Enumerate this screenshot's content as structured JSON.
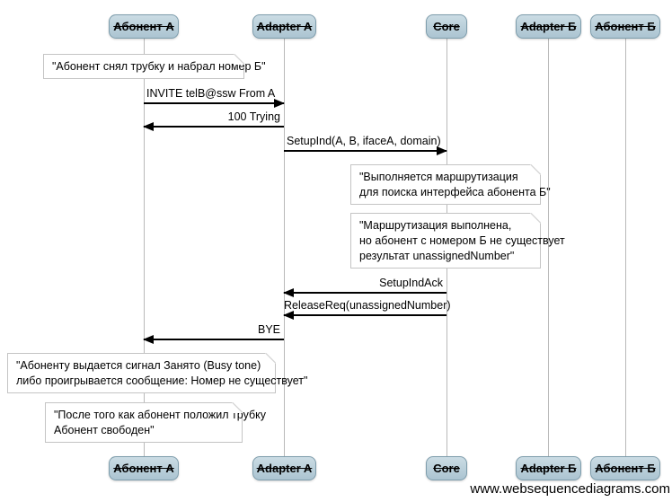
{
  "page": {
    "watermark": "www.websequencediagrams.com",
    "background": "#ffffff"
  },
  "colors": {
    "actor_fill_top": "#cbdce4",
    "actor_fill_bottom": "#abc4d1",
    "actor_border": "#7e9dac",
    "note_fill": "#ffffff",
    "note_border": "#c4c4c4",
    "lifeline": "#b9b9b9",
    "arrow": "#000000",
    "text": "#000000"
  },
  "actors": [
    {
      "label": "Абонент A"
    },
    {
      "label": "Adapter A"
    },
    {
      "label": "Core"
    },
    {
      "label": "Adapter Б"
    },
    {
      "label": "Абонент Б"
    }
  ],
  "messages": [
    {
      "from": "Абонент A",
      "to": "Adapter A",
      "direction": "right",
      "label": "INVITE telB@ssw From A"
    },
    {
      "from": "Adapter A",
      "to": "Абонент A",
      "direction": "left",
      "label": "100 Trying"
    },
    {
      "from": "Adapter A",
      "to": "Core",
      "direction": "right",
      "label": "SetupInd(A, B, ifaceA, domain)"
    },
    {
      "from": "Core",
      "to": "Adapter A",
      "direction": "left",
      "label": "SetupIndAck"
    },
    {
      "from": "Core",
      "to": "Adapter A",
      "direction": "left",
      "label": "ReleaseReq(unassignedNumber)"
    },
    {
      "from": "Adapter A",
      "to": "Абонент A",
      "direction": "left",
      "label": "BYE"
    }
  ],
  "notes": [
    {
      "over": "Абонент A",
      "lines": [
        "\"Абонент снял трубку и набрал номер Б\""
      ]
    },
    {
      "over": "Core",
      "lines": [
        "\"Выполняется маршрутизация",
        "для поиска интерфейса абонента Б\""
      ]
    },
    {
      "over": "Core",
      "lines": [
        "\"Маршрутизация выполнена,",
        "но абонент с номером Б не существует",
        "результат unassignedNumber\""
      ]
    },
    {
      "over": "Абонент A",
      "lines": [
        "\"Абоненту выдается сигнал Занято (Busy tone)",
        "либо проигрывается сообщение: Номер не существует\""
      ]
    },
    {
      "over": "Абонент A",
      "lines": [
        "\"После того как абонент положил трубку",
        "Абонент свободен\""
      ]
    }
  ]
}
